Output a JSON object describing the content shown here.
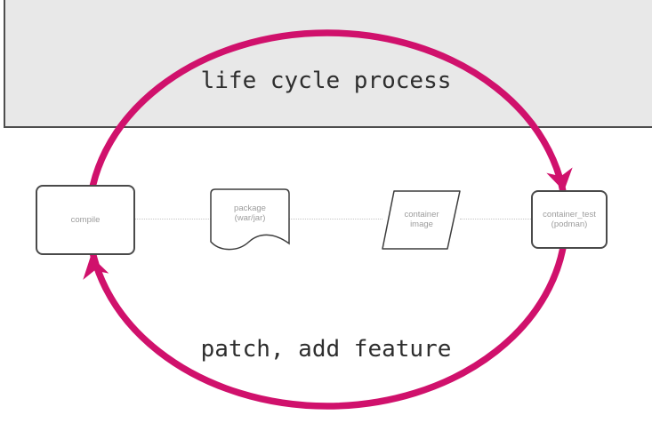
{
  "diagram": {
    "top_label": "life cycle process",
    "bottom_label": "patch, add feature",
    "accent_color": "#d0116c",
    "header_bg_color": "#e8e8e8",
    "header_border_color": "#4d4d4d",
    "node_text_color": "#9c9c9c",
    "nodes": [
      {
        "id": "compile",
        "shape": "rounded-rectangle",
        "lines": [
          "compile"
        ]
      },
      {
        "id": "package",
        "shape": "document",
        "lines": [
          "package",
          "(war/jar)"
        ]
      },
      {
        "id": "container-image",
        "shape": "parallelogram",
        "lines": [
          "container",
          "image"
        ]
      },
      {
        "id": "container-test",
        "shape": "rounded-rectangle",
        "lines": [
          "container_test",
          "(podman)"
        ]
      }
    ]
  }
}
